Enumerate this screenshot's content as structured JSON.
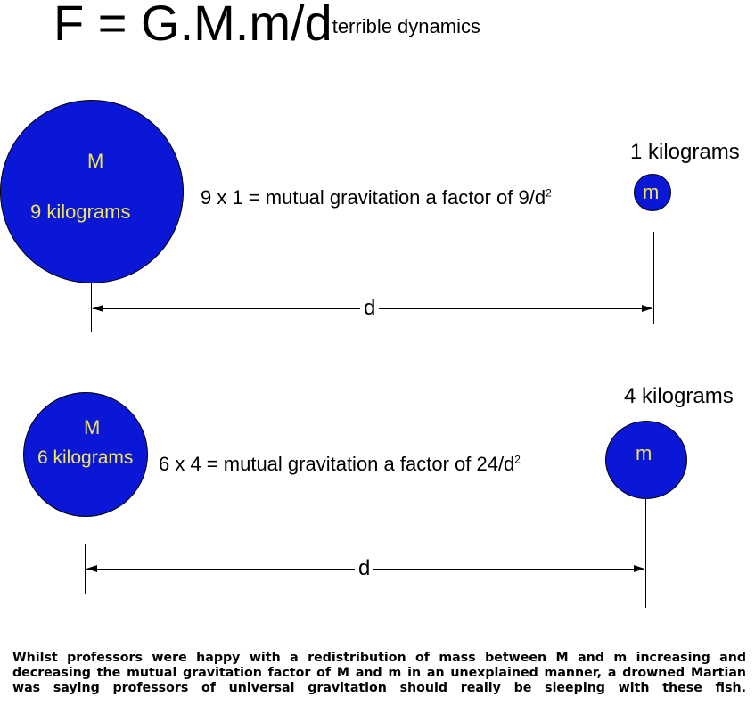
{
  "title": {
    "formula": "F = G.M.m/d",
    "superscript": "terrible dynamics"
  },
  "diagram_top": {
    "big_mass_letter": "M",
    "big_mass_label": "9 kilograms",
    "small_mass_letter": "m",
    "small_mass_label": "1 kilograms",
    "equation_text": "9 x 1 = mutual gravitation a factor of 9/d",
    "equation_exp": "2",
    "distance_label": "d"
  },
  "diagram_bottom": {
    "big_mass_letter": "M",
    "big_mass_label": "6 kilograms",
    "small_mass_letter": "m",
    "small_mass_label": "4 kilograms",
    "equation_text": "6 x 4 = mutual gravitation a factor of 24/d",
    "equation_exp": "2",
    "distance_label": "d"
  },
  "caption": "Whilst professors were happy with a redistribution of mass between M and m increasing and decreasing the mutual gravitation factor of M and m in an unexplained manner, a drowned Martian was saying professors of universal gravitation should really be sleeping with these fish.",
  "colors": {
    "circle_fill": "#0b17d6",
    "circle_text": "#f2e55a"
  }
}
